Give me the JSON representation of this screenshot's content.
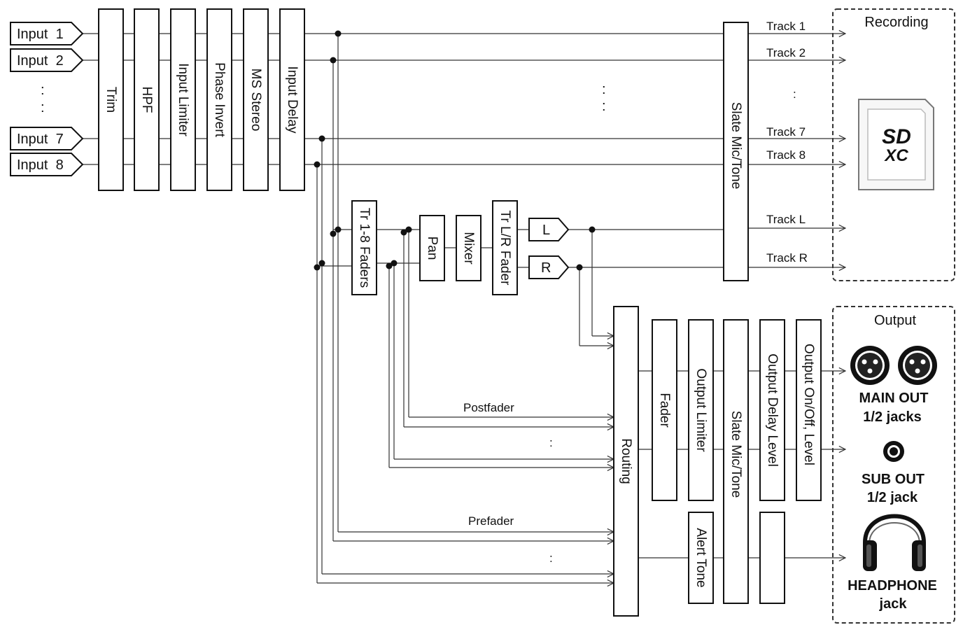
{
  "inputs": {
    "in1": "Input  1",
    "in2": "Input  2",
    "in7": "Input  7",
    "in8": "Input  8",
    "ellipsis": ":"
  },
  "blocks": {
    "trim": "Trim",
    "hpf": "HPF",
    "input_limiter": "Input Limiter",
    "phase_invert": "Phase Invert",
    "ms_stereo": "MS Stereo",
    "input_delay": "Input Delay",
    "slate_mic_tone": "Slate Mic/Tone",
    "tr_faders": "Tr 1-8 Faders",
    "pan": "Pan",
    "mixer": "Mixer",
    "tr_lr_fader": "Tr L/R Fader",
    "left": "L",
    "right": "R",
    "routing": "Routing",
    "fader": "Fader",
    "output_limiter": "Output Limiter",
    "slate_mic_tone_out": "Slate Mic/Tone",
    "output_delay_level": "Output Delay Level",
    "output_onoff_level": "Output On/Off, Level",
    "alert_tone": "Alert Tone"
  },
  "tracks": {
    "t1": "Track 1",
    "t2": "Track 2",
    "t7": "Track 7",
    "t8": "Track 8",
    "tl": "Track L",
    "tr": "Track R",
    "ellipsis": ":"
  },
  "recording": {
    "title": "Recording",
    "card_line1": "SD",
    "card_line2": "XC"
  },
  "output": {
    "title": "Output",
    "main_out_1": "MAIN OUT",
    "main_out_2": "1/2 jacks",
    "sub_out_1": "SUB OUT",
    "sub_out_2": "1/2 jack",
    "headphone_1": "HEADPHONE",
    "headphone_2": "jack"
  },
  "sends": {
    "postfader": "Postfader",
    "prefader": "Prefader",
    "ellipsis": ":"
  },
  "colors": {
    "line": "#333333",
    "block_stroke": "#111111",
    "background": "#ffffff"
  }
}
